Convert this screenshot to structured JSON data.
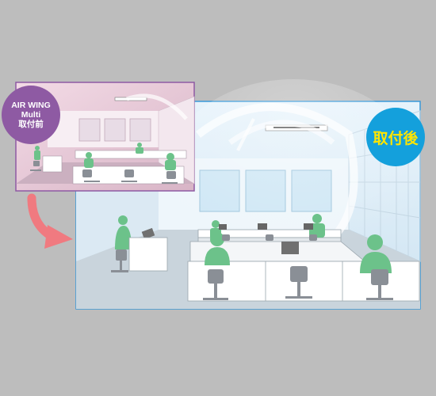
{
  "badges": {
    "before": {
      "line1": "AIR WING",
      "line2": "Multi",
      "line3": "取付前",
      "color": "#8e5aa3"
    },
    "after": {
      "label": "取付後",
      "color": "#14a0dc",
      "text_color": "#ffe500"
    }
  },
  "colors": {
    "background": "#bdbdbd",
    "after_frame": "#3a9ad9",
    "before_frame": "#8e5aa3",
    "arrow": "#f07a80",
    "people": "#6cc28a",
    "chairs": "#8a8f96"
  }
}
